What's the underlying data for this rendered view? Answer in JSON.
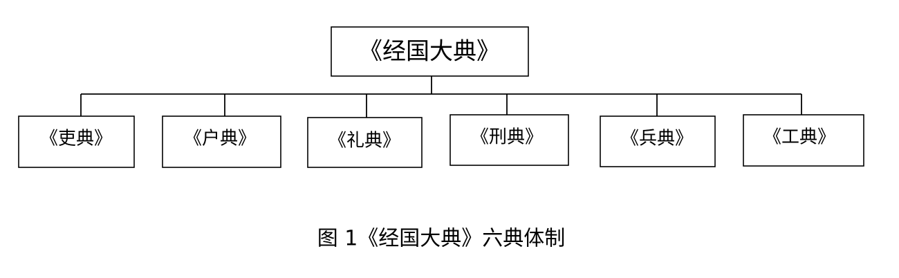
{
  "diagram": {
    "root": {
      "label": "《经国大典》"
    },
    "children": [
      {
        "label": "《吏典》"
      },
      {
        "label": "《户典》"
      },
      {
        "label": "《礼典》"
      },
      {
        "label": "《刑典》"
      },
      {
        "label": "《兵典》"
      },
      {
        "label": "《工典》"
      }
    ]
  },
  "caption": "图 1《经国大典》六典体制"
}
